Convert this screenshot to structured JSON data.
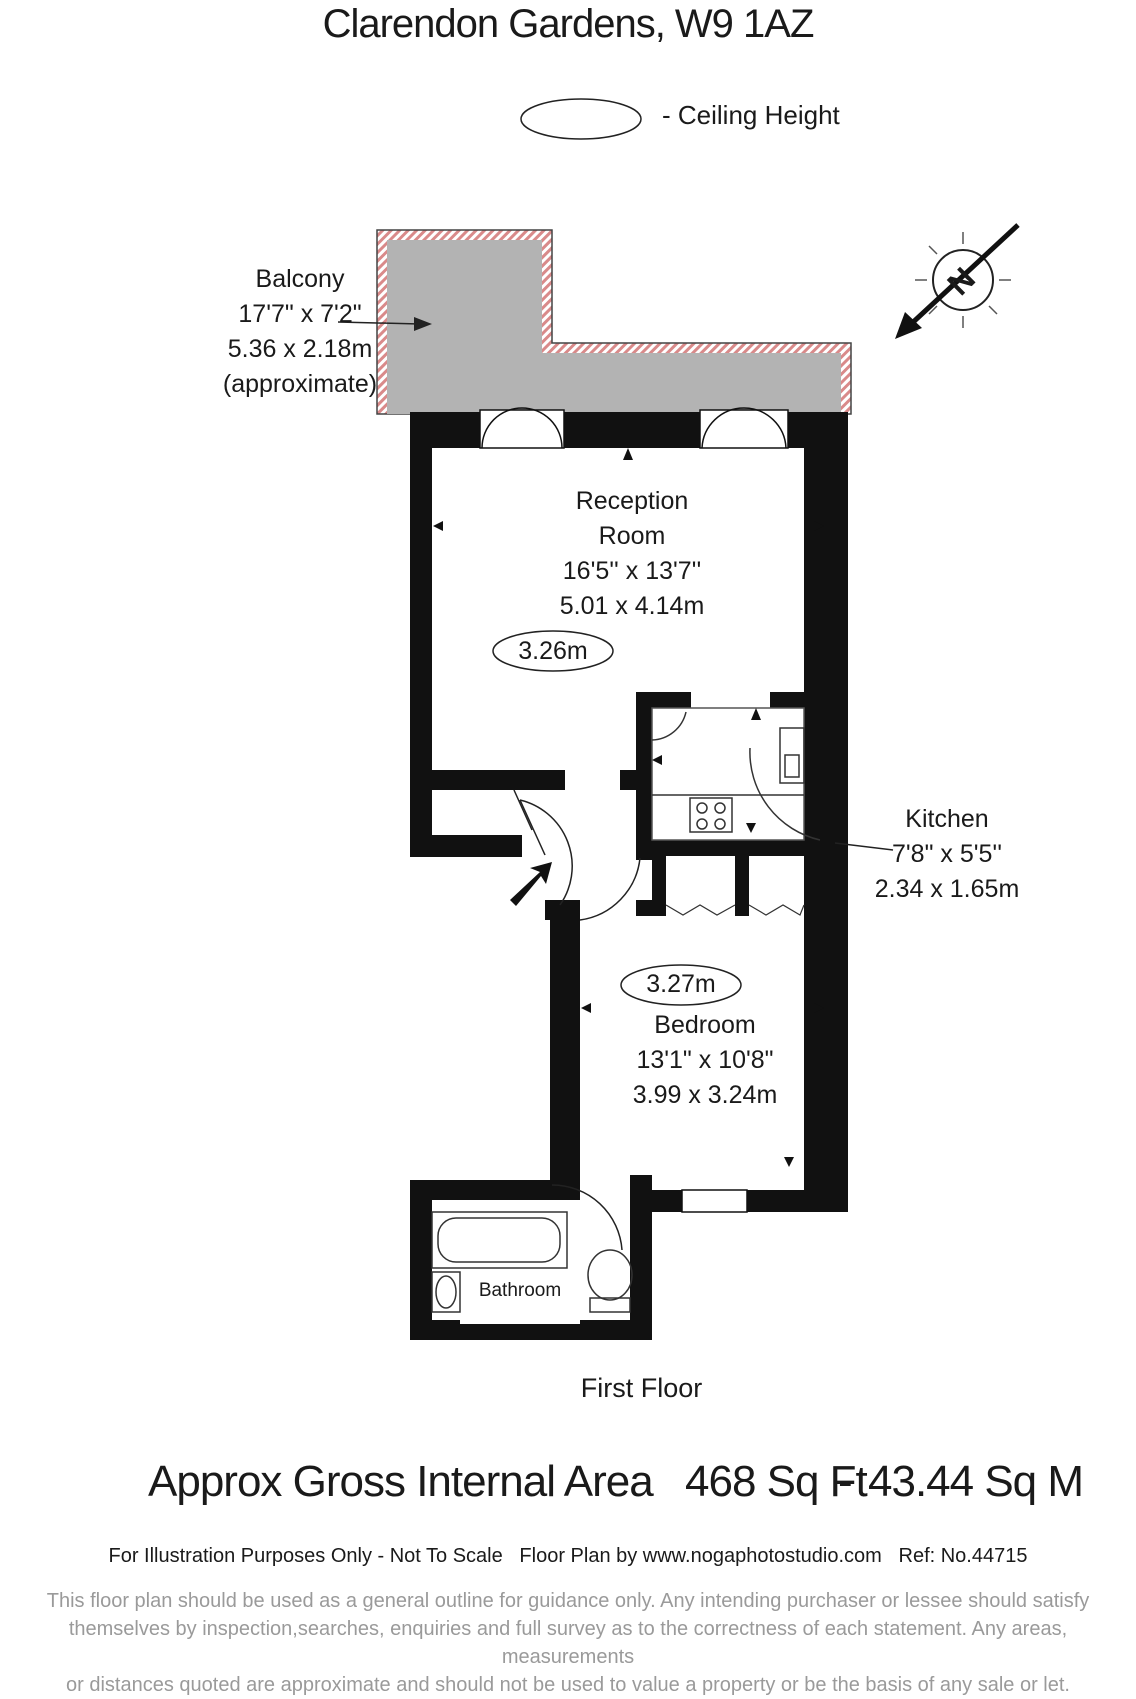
{
  "title": "Clarendon Gardens, W9 1AZ",
  "legend": {
    "label": "- Ceiling Height"
  },
  "balcony": {
    "name": "Balcony",
    "imperial": "17'7\" x 7'2\"",
    "metric": "5.36 x 2.18m",
    "note": "(approximate)"
  },
  "reception": {
    "name_line1": "Reception",
    "name_line2": "Room",
    "imperial": "16'5'' x 13'7''",
    "metric": "5.01 x 4.14m",
    "ceiling": "3.26m"
  },
  "kitchen": {
    "name": "Kitchen",
    "imperial": "7'8\" x 5'5''",
    "metric": "2.34 x 1.65m"
  },
  "bedroom": {
    "name": "Bedroom",
    "imperial": "13'1\" x 10'8\"",
    "metric": "3.99 x 3.24m",
    "ceiling": "3.27m"
  },
  "bathroom": {
    "name": "Bathroom"
  },
  "compass": {
    "letter": "N"
  },
  "floor_label": "First Floor",
  "area": {
    "label": "Approx Gross Internal Area",
    "sqft": "468 Sq Ft",
    "separator": "-",
    "sqm": "43.44 Sq M"
  },
  "footer": {
    "line": "For Illustration Purposes Only - Not To Scale   Floor Plan by www.nogaphotostudio.com   Ref: No.44715"
  },
  "disclaimer": {
    "line1": "This floor plan should be used as a general outline for guidance only. Any intending purchaser or lessee should satisfy",
    "line2": "themselves by inspection,searches, enquiries and full survey as to the correctness of each statement. Any areas, measurements",
    "line3": "or distances quoted are approximate and should not be used to value a property or be the basis of any sale or let."
  },
  "colors": {
    "wall": "#111111",
    "balcony_fill": "#b3b3b3",
    "balcony_edge": "#d98a8a",
    "disclaimer": "#9a9a9a"
  }
}
